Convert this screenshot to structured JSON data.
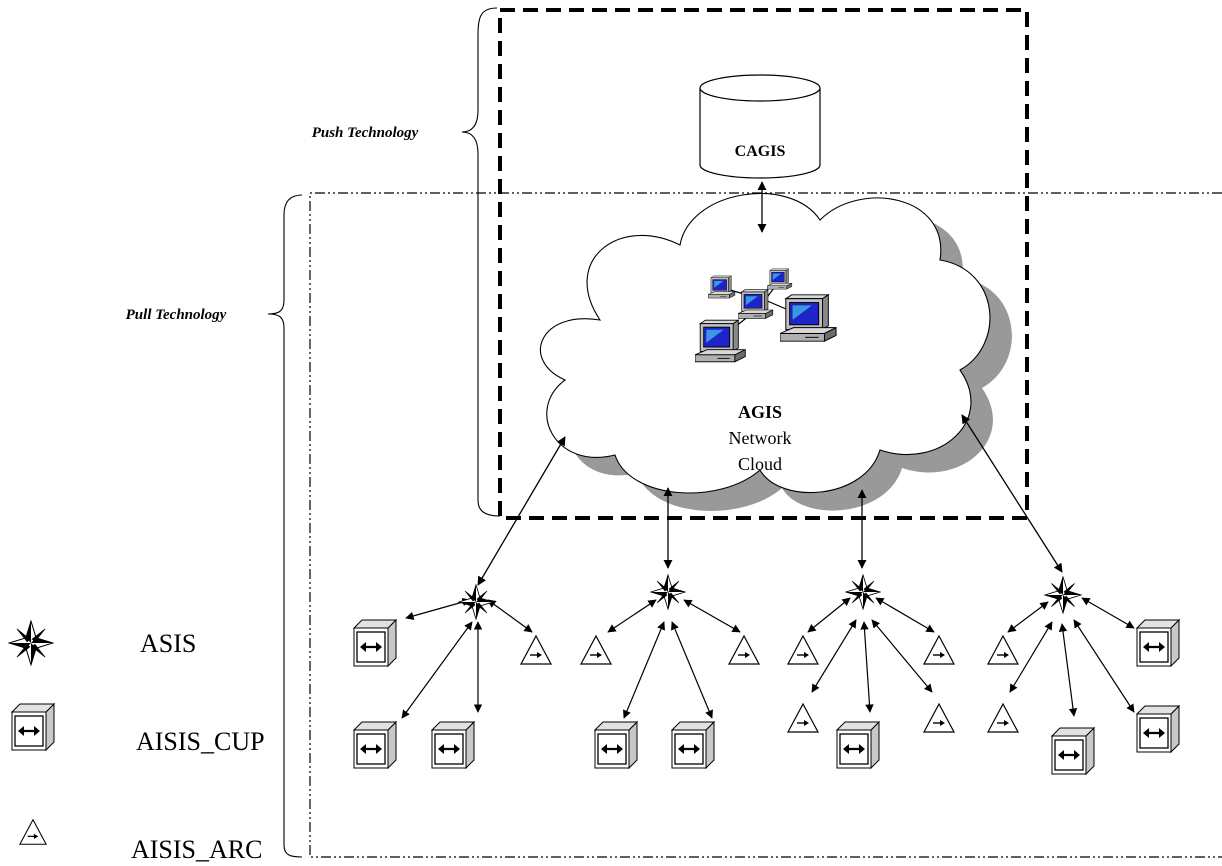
{
  "labels": {
    "push_technology": "Push Technology",
    "pull_technology": "Pull Technology",
    "database": "CAGIS",
    "cloud_title": "AGIS",
    "cloud_line2": "Network",
    "cloud_line3": "Cloud"
  },
  "legend": [
    {
      "icon": "asis-star-icon",
      "label": "ASIS"
    },
    {
      "icon": "aisis-cup-cube-icon",
      "label": "AISIS_CUP"
    },
    {
      "icon": "aisis-arc-triangle-icon",
      "label": "AISIS_ARC"
    }
  ],
  "clusters": [
    {
      "name": "cluster-1",
      "cubes": 3,
      "triangles": 1
    },
    {
      "name": "cluster-2",
      "cubes": 2,
      "triangles": 2
    },
    {
      "name": "cluster-3",
      "cubes": 1,
      "triangles": 4
    },
    {
      "name": "cluster-4",
      "cubes": 3,
      "triangles": 2
    }
  ],
  "colors": {
    "line": "#000000",
    "cube_face": "#ffffff",
    "cube_side": "#c8c8c8",
    "cloud_shadow": "#999999",
    "monitor_body": "#c0c0c0",
    "monitor_screen": "#1f24c8"
  }
}
